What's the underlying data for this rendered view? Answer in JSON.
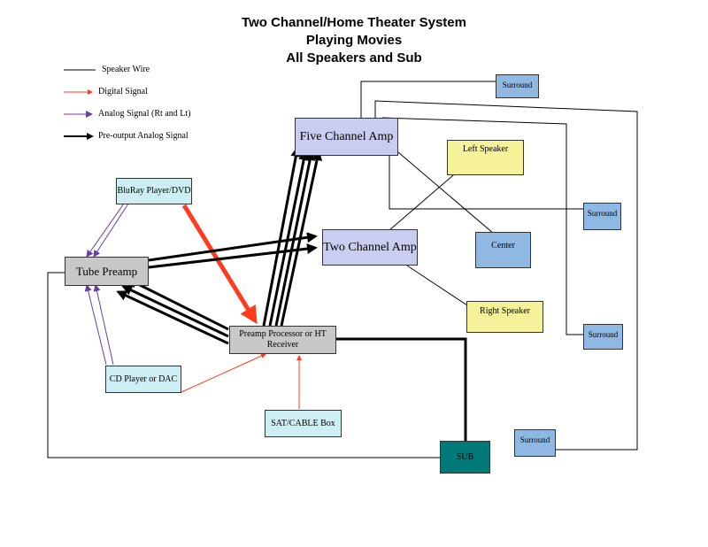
{
  "title": {
    "line1": "Two Channel/Home Theater System",
    "line2": "Playing Movies",
    "line3": "All Speakers and Sub"
  },
  "legend": [
    {
      "label": "Speaker Wire",
      "color": "#000000"
    },
    {
      "label": "Digital Signal",
      "color": "#ff3b1f"
    },
    {
      "label": "Analog Signal (Rt and Lt)",
      "color": "#6a3ea1"
    },
    {
      "label": "Pre-output Analog Signal",
      "color": "#000000"
    }
  ],
  "components": {
    "five_channel_amp": "Five Channel Amp",
    "two_channel_amp": "Two Channel Amp",
    "bluray": "BluRay Player/DVD",
    "tube_preamp": "Tube Preamp",
    "preamp_processor": "Preamp Processor  or HT Receiver",
    "cd_player": "CD Player or DAC",
    "sat_cable": "SAT/CABLE Box",
    "sub": "SUB",
    "left_speaker": "Left Speaker",
    "center": "Center",
    "right_speaker": "Right Speaker",
    "surround_1": "Surround",
    "surround_2": "Surround",
    "surround_3": "Surround",
    "surround_4": "Surround"
  },
  "colors": {
    "amp_fill": "#c9cdf0",
    "source_fill": "#cdeef3",
    "preamp_fill": "#c8c8c8",
    "speaker_blue": "#8fb8e3",
    "speaker_yellow": "#f6f29a",
    "sub_fill": "#007a78",
    "digital": "#ff3b1f",
    "analog": "#6a3ea1"
  }
}
